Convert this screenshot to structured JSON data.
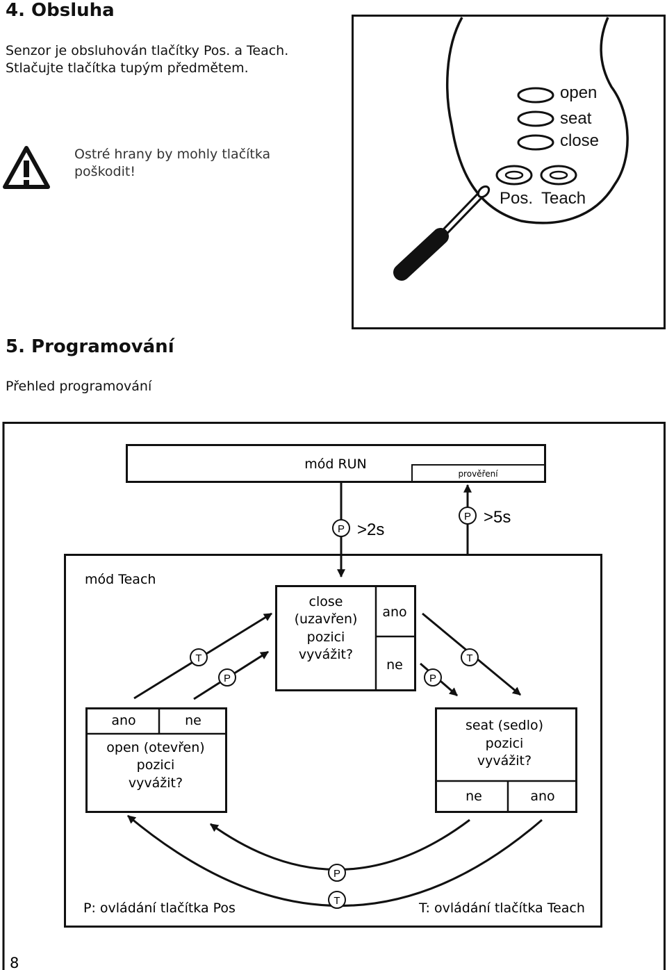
{
  "section4": {
    "heading": "4. Obsluha",
    "intro_line1": "Senzor je obsluhován tlačítky Pos. a Teach.",
    "intro_line2": "Stlačujte tlačítka tupým předmětem.",
    "warning_line1": "Ostré hrany by mohly tlačítka",
    "warning_line2": "poškodit!"
  },
  "sensor": {
    "led_open": "open",
    "led_seat": "seat",
    "led_close": "close",
    "btn_pos": "Pos.",
    "btn_teach": "Teach"
  },
  "section5": {
    "heading": "5. Programování",
    "subheading": "Přehled programování"
  },
  "diagram": {
    "run_mode": "mód RUN",
    "check": "prověření",
    "p": "P",
    "t": "T",
    "hold_2s": ">2s",
    "hold_5s": ">5s",
    "teach_mode": "mód Teach",
    "close_q": [
      "close",
      "(uzavřen)",
      "pozici",
      "vyvážit?"
    ],
    "yes": "ano",
    "no": "ne",
    "open_q": [
      "open (otevřen)",
      "pozici",
      "vyvážit?"
    ],
    "seat_q": [
      "seat (sedlo)",
      "pozici",
      "vyvážit?"
    ],
    "legend_p": "P: ovládání tlačítka Pos",
    "legend_t": "T: ovládání tlačítka Teach"
  },
  "page_number": "8",
  "icons": [
    "warning-icon",
    "screwdriver-icon",
    "led-icon",
    "button-icon"
  ]
}
